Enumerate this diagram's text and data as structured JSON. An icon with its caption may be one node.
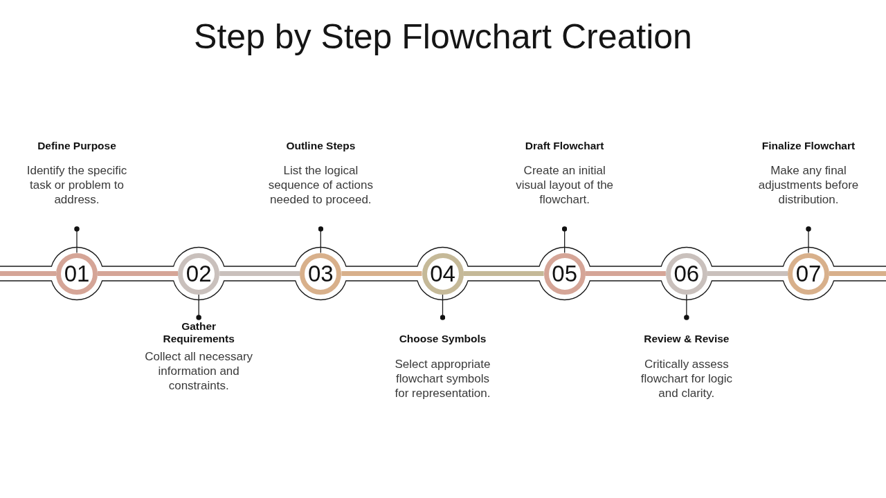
{
  "diagram": {
    "title": "Step by Step Flowchart Creation",
    "nodes": [
      {
        "text": [
          "01"
        ]
      },
      {
        "text": [
          "02"
        ]
      },
      {
        "text": [
          "03"
        ]
      },
      {
        "text": [
          "04"
        ]
      },
      {
        "text": [
          "05"
        ]
      },
      {
        "text": [
          "06"
        ]
      },
      {
        "text": [
          "07"
        ]
      },
      {
        "text": [
          "Define Purpose",
          "Identify the specific task or problem to address."
        ]
      },
      {
        "text": [
          "Gather Requirements",
          "Collect all necessary information and constraints."
        ]
      },
      {
        "text": [
          "Outline Steps",
          "List the logical sequence of actions needed to proceed."
        ]
      },
      {
        "text": [
          "Choose Symbols",
          "Select appropriate flowchart symbols for representation."
        ]
      },
      {
        "text": [
          "Draft Flowchart",
          "Create an initial visual layout of the flowchart."
        ]
      },
      {
        "text": [
          "Review & Revise",
          "Critically assess flowchart for logic and clarity."
        ]
      },
      {
        "text": [
          "Finalize Flowchart",
          "Make any final adjustments before distribution."
        ]
      }
    ],
    "edges": [
      {
        "from": null,
        "to": 0,
        "arrow": "none",
        "color": "#d5a597"
      },
      {
        "from": 0,
        "to": 1,
        "arrow": "none",
        "color": "#d5a597"
      },
      {
        "from": 1,
        "to": 2,
        "arrow": "none",
        "color": "#c9c0bc"
      },
      {
        "from": 2,
        "to": 3,
        "arrow": "none",
        "color": "#d8b08b"
      },
      {
        "from": 3,
        "to": 4,
        "arrow": "none",
        "color": "#c5b998"
      },
      {
        "from": 4,
        "to": 5,
        "arrow": "none",
        "color": "#d5a597"
      },
      {
        "from": 5,
        "to": 6,
        "arrow": "none",
        "color": "#c9c0bc"
      },
      {
        "from": 6,
        "to": null,
        "arrow": "none",
        "color": "#d8b08b"
      },
      {
        "from": 0,
        "to": 7,
        "arrow": "other"
      },
      {
        "from": 1,
        "to": 8,
        "arrow": "other"
      },
      {
        "from": 2,
        "to": 9,
        "arrow": "other"
      },
      {
        "from": 3,
        "to": 10,
        "arrow": "other"
      },
      {
        "from": 4,
        "to": 11,
        "arrow": "other"
      },
      {
        "from": 5,
        "to": 12,
        "arrow": "other"
      },
      {
        "from": 6,
        "to": 13,
        "arrow": "other"
      }
    ]
  }
}
